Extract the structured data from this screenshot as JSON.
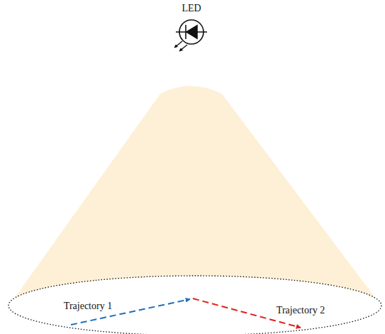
{
  "diagram": {
    "labels": [
      "LED",
      "Trajectory 1",
      "Trajectory 2"
    ]
  }
}
